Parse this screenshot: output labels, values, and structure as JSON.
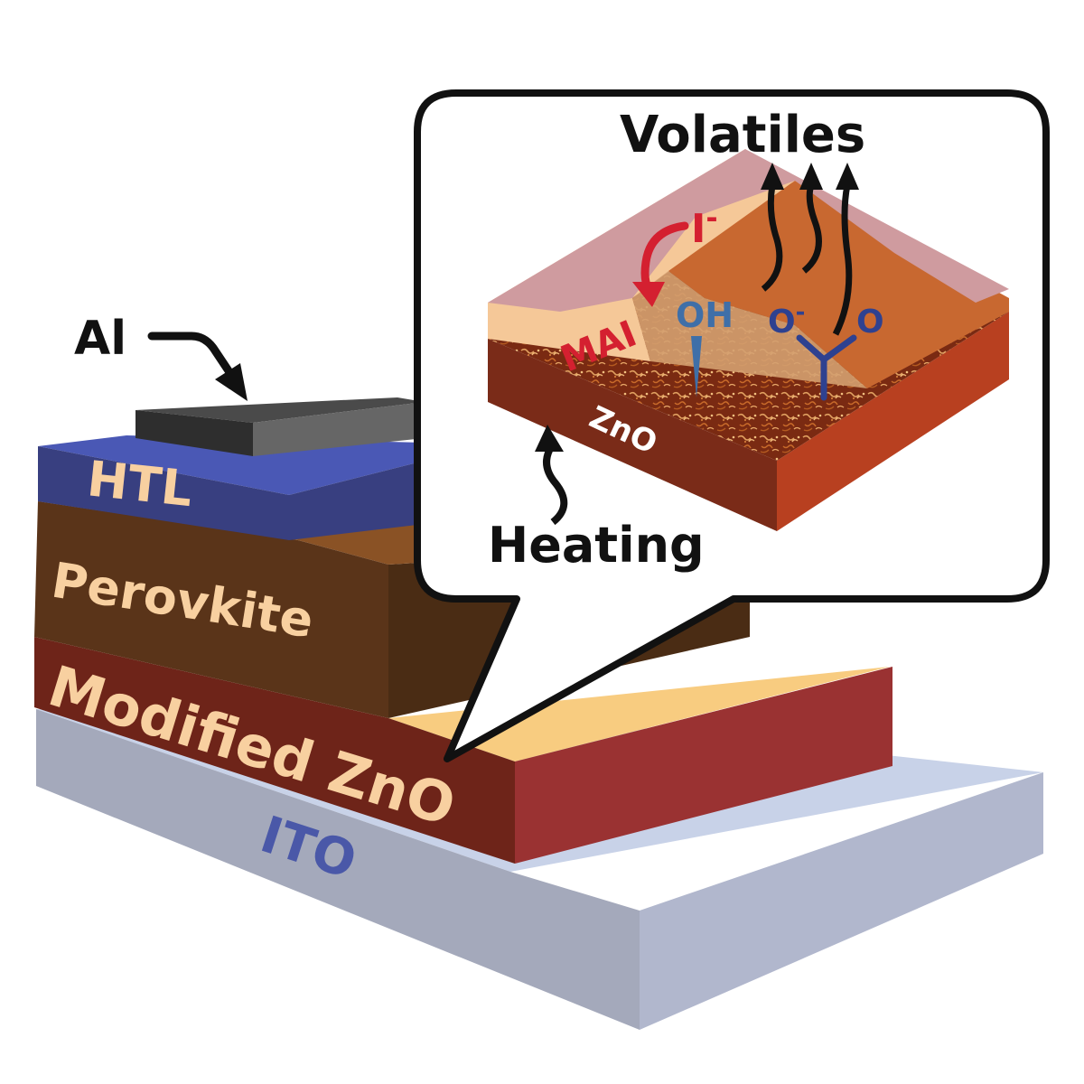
{
  "layers": {
    "al": "Al",
    "htl": "HTL",
    "perovskite": "Perovkite",
    "modified_zno": "Modified ZnO",
    "ito": "ITO"
  },
  "callout": {
    "volatiles": "Volatiles",
    "iodide": "I",
    "iodide_charge": "-",
    "mai": "MAI",
    "hydroxyl": "OH",
    "oxo_left": "O",
    "oxo_charge": "-",
    "oxo_right": "O",
    "zno": "ZnO",
    "heating": "Heating"
  },
  "colors": {
    "ito_top": "#c8d2e8",
    "ito_front": "#a4a9bb",
    "ito_side": "#b1b7cd",
    "ito_text": "#4a58a8",
    "zno_front": "#6e2419",
    "zno_side": "#9a3232",
    "zno_top": "#f8cc80",
    "perov_front": "#5a3419",
    "perov_top": "#8a5225",
    "perov_text": "#f8d0a0",
    "htl_front": "#383f80",
    "htl_top": "#4a58b5",
    "al_top": "#4a4a4a",
    "al_front": "#2e2e2e",
    "al_side": "#666666",
    "mai_red": "#d42030",
    "oh_blue": "#3f6fa8",
    "oxo_navy": "#2e4190"
  }
}
